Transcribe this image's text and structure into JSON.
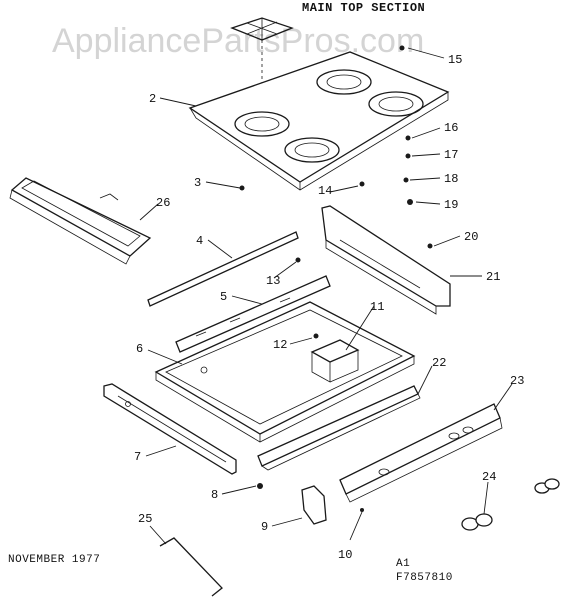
{
  "watermark": "AppliancePartsPros.com",
  "section_title": "MAIN TOP SECTION",
  "date_label": "NOVEMBER 1977",
  "code_line_1": "A1",
  "code_line_2": "F7857810",
  "callouts": {
    "p2": "2",
    "p3": "3",
    "p4": "4",
    "p5": "5",
    "p6": "6",
    "p7": "7",
    "p8": "8",
    "p9": "9",
    "p10": "10",
    "p11": "11",
    "p12": "12",
    "p13": "13",
    "p14": "14",
    "p15": "15",
    "p16": "16",
    "p17": "17",
    "p18": "18",
    "p19": "19",
    "p20": "20",
    "p21": "21",
    "p22": "22",
    "p23": "23",
    "p24": "24",
    "p25": "25",
    "p26": "26"
  }
}
